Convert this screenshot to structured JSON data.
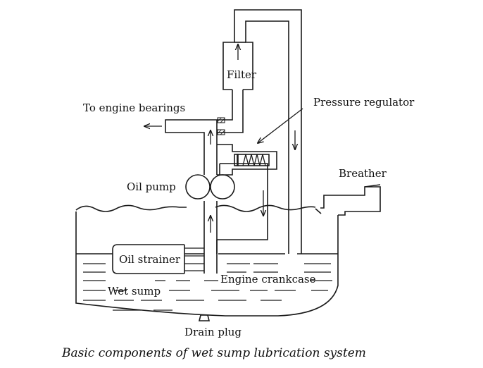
{
  "labels": {
    "filter": "Filter",
    "to_engine_bearings": "To engine bearings",
    "pressure_regulator": "Pressure regulator",
    "breather": "Breather",
    "oil_pump": "Oil pump",
    "oil_strainer": "Oil strainer",
    "engine_crankcase": "Engine crankcase",
    "wet_sump": "Wet sump",
    "drain_plug": "Drain plug"
  },
  "caption": "Basic components of wet sump lubrication system"
}
